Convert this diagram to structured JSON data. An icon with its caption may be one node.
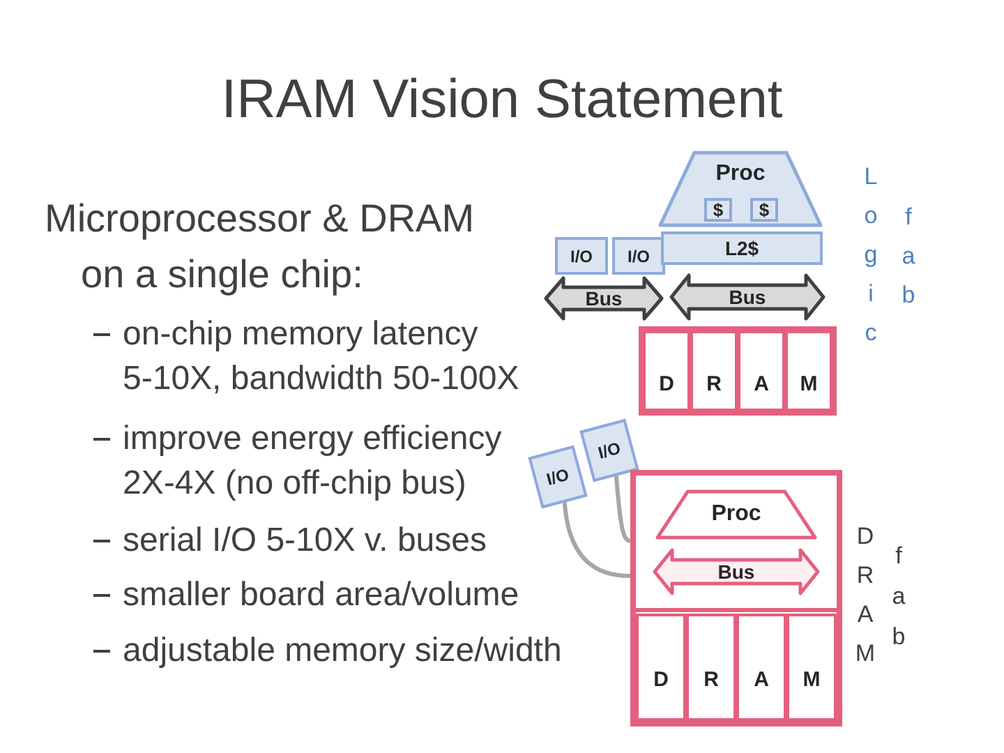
{
  "diagram": {
    "title": "IRAM Vision Statement",
    "nodes": [
      {
        "text": [
          "Proc"
        ]
      },
      {
        "text": [
          "$"
        ],
        "in": 0
      },
      {
        "text": [
          "$"
        ],
        "in": 0
      },
      {
        "text": [
          "I/O"
        ]
      },
      {
        "text": [
          "I/O"
        ]
      },
      {
        "text": [
          "L2$"
        ]
      },
      {
        "text": [
          "Bus"
        ]
      },
      {
        "text": [
          "Bus"
        ]
      },
      {
        "text": [],
        "shape": "box"
      },
      {
        "text": [
          "D"
        ],
        "in": 8
      },
      {
        "text": [
          "R"
        ],
        "in": 8
      },
      {
        "text": [
          "A"
        ],
        "in": 8
      },
      {
        "text": [
          "M"
        ],
        "in": 8
      },
      {
        "text": [
          "I/O"
        ]
      },
      {
        "text": [
          "I/O"
        ]
      },
      {
        "text": [],
        "shape": "box"
      },
      {
        "text": [
          "Proc"
        ],
        "in": 15
      },
      {
        "text": [
          "Bus"
        ],
        "in": 15
      },
      {
        "text": [
          "D"
        ],
        "in": 15
      },
      {
        "text": [
          "R"
        ],
        "in": 15
      },
      {
        "text": [
          "A"
        ],
        "in": 15
      },
      {
        "text": [
          "M"
        ],
        "in": 15
      }
    ],
    "edges": [
      {
        "from": 13,
        "to": 15,
        "arrow": "none"
      },
      {
        "from": 14,
        "to": 15,
        "arrow": "none"
      }
    ],
    "labels": [
      "Microprocessor & DRAM on a single chip:",
      "on-chip memory latency 5-10X, bandwidth 50-100X",
      "improve energy efficiency 2X-4X (no off-chip bus)",
      "serial I/O 5-10X v. buses",
      "smaller board area/volume",
      "adjustable memory size/width",
      "Logic",
      "fab",
      "DRAM",
      "fab"
    ]
  }
}
